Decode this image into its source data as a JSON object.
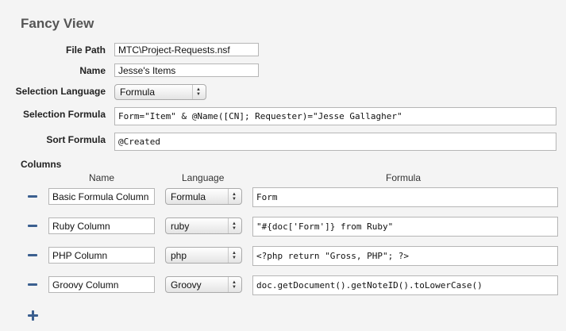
{
  "title": "Fancy View",
  "form": {
    "file_path_label": "File Path",
    "file_path_value": "MTC\\Project-Requests.nsf",
    "name_label": "Name",
    "name_value": "Jesse's Items",
    "selection_language_label": "Selection Language",
    "selection_language_value": "Formula",
    "selection_formula_label": "Selection Formula",
    "selection_formula_value": "Form=\"Item\" & @Name([CN]; Requester)=\"Jesse Gallagher\"",
    "sort_formula_label": "Sort Formula",
    "sort_formula_value": "@Created"
  },
  "columns": {
    "section_label": "Columns",
    "headers": {
      "name": "Name",
      "language": "Language",
      "formula": "Formula"
    },
    "rows": [
      {
        "name": "Basic Formula Column",
        "language": "Formula",
        "formula": "Form"
      },
      {
        "name": "Ruby Column",
        "language": "ruby",
        "formula": "\"#{doc['Form']} from Ruby\""
      },
      {
        "name": "PHP Column",
        "language": "php",
        "formula": "<?php return \"Gross, PHP\"; ?>"
      },
      {
        "name": "Groovy Column",
        "language": "Groovy",
        "formula": "doc.getDocument().getNoteID().toLowerCase()"
      }
    ]
  },
  "icons": {
    "remove": "minus-icon",
    "add": "plus-icon",
    "dropdown": "select-arrows-icon"
  },
  "colors": {
    "icon_blue": "#3b5f8f",
    "background": "#f4f4f4"
  }
}
